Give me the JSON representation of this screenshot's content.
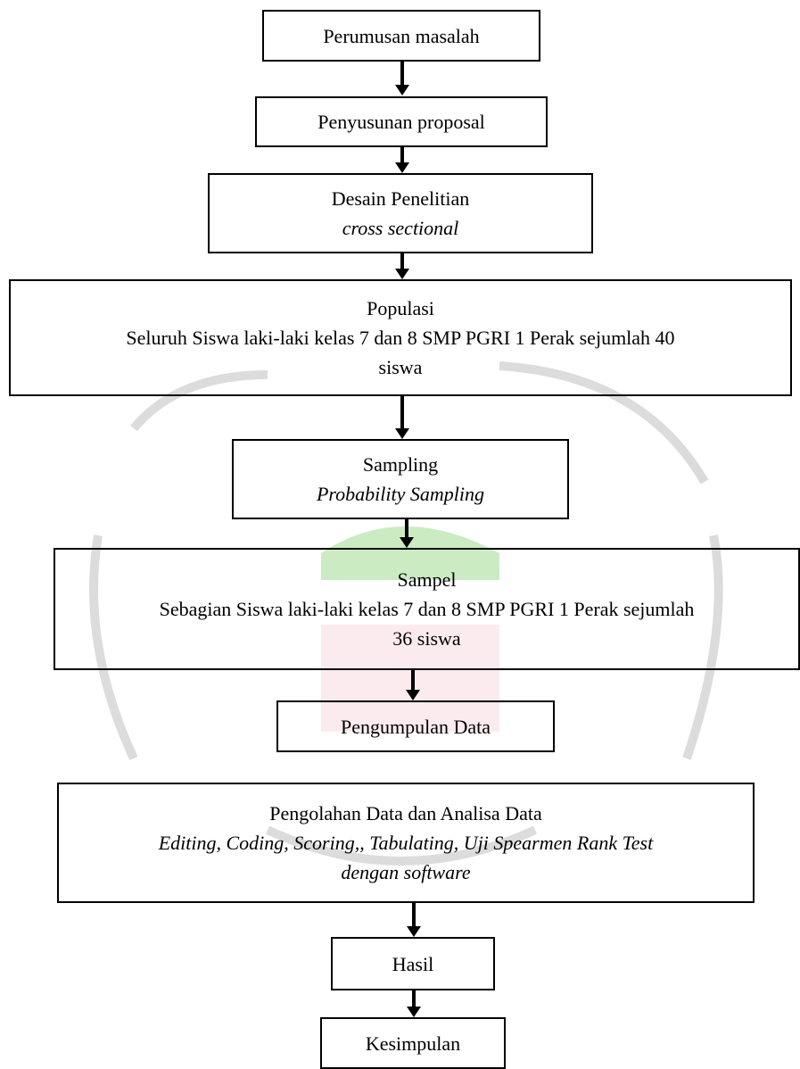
{
  "flowchart": {
    "steps": [
      {
        "title": "Perumusan masalah"
      },
      {
        "title": "Penyusunan proposal"
      },
      {
        "title": "Desain Penelitian",
        "subtitle": "cross sectional"
      },
      {
        "title": "Populasi",
        "line2": "Seluruh Siswa laki-laki kelas 7 dan 8 SMP PGRI 1 Perak sejumlah 40",
        "line3": "siswa"
      },
      {
        "title": "Sampling",
        "subtitle": "Probability Sampling"
      },
      {
        "title": "Sampel",
        "line2": "Sebagian Siswa laki-laki kelas 7 dan 8 SMP PGRI 1 Perak sejumlah",
        "line3": "36 siswa"
      },
      {
        "title": "Pengumpulan Data"
      },
      {
        "title": "Pengolahan Data dan Analisa Data",
        "line2": "Editing, Coding, Scoring,, Tabulating, Uji Spearmen Rank Test",
        "line3": "dengan software"
      },
      {
        "title": "Hasil"
      },
      {
        "title": "Kesimpulan"
      }
    ]
  },
  "watermark": {
    "color_gray": "#9a9a9a",
    "color_green": "#7ccf6a",
    "color_pink": "#f2b8c8"
  }
}
